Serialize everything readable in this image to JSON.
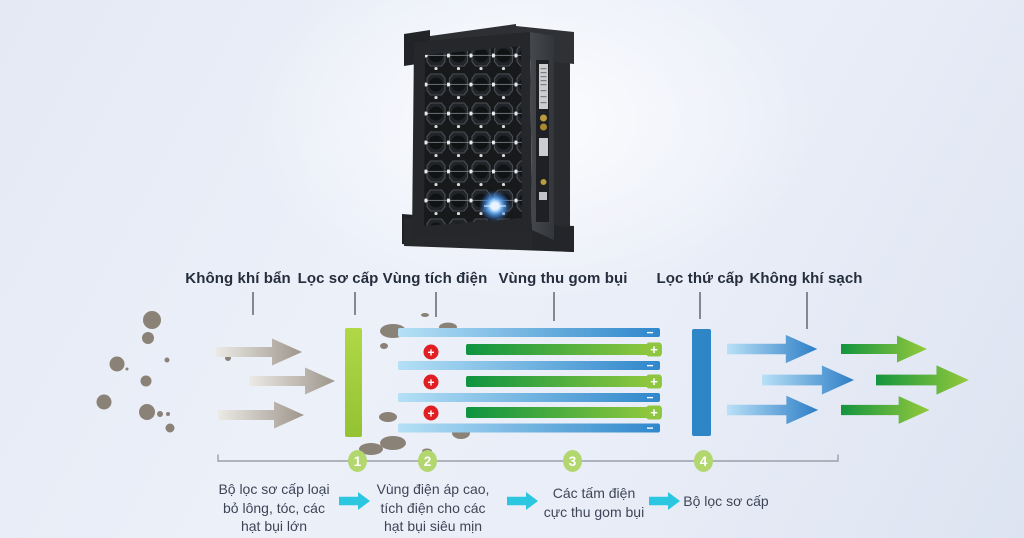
{
  "zones": [
    {
      "label": "Không khí bẩn"
    },
    {
      "label": "Lọc sơ cấp"
    },
    {
      "label": "Vùng tích điện"
    },
    {
      "label": "Vùng thu gom bụi"
    },
    {
      "label": "Lọc thứ cấp"
    },
    {
      "label": "Không khí sạch"
    }
  ],
  "symbols": {
    "plus": "+",
    "minus": "−"
  },
  "steps": [
    {
      "number": "1",
      "text": "Bộ lọc sơ cấp loại\nbỏ lông, tóc, các\nhạt bụi lớn"
    },
    {
      "number": "2",
      "text": "Vùng điện áp cao,\ntích điện cho các\nhạt bụi siêu mịn"
    },
    {
      "number": "3",
      "text": "Các tấm điện\ncực thu gom bụi"
    },
    {
      "number": "4",
      "text": "Bộ lọc sơ cấp"
    }
  ],
  "device": {
    "icon": "electrostatic-precipitator-filter-photo",
    "light": "blue-indicator-glow"
  },
  "colors": {
    "dirty_air_arrow": "#a09890",
    "primary_filter_bar": "#a3cc38",
    "ionizer_badge": "#e11e22",
    "collector_negative_plate": "#3388cc",
    "collector_positive_plate": "#8ec63f",
    "secondary_filter_bar": "#2e86c6",
    "clean_air_arrow_blue": "#2d7ec6",
    "clean_air_arrow_green": "#95c93c",
    "step_circle": "#b3d76f",
    "step_arrow": "#2bc7e0",
    "dust_particle": "#8a8177"
  }
}
